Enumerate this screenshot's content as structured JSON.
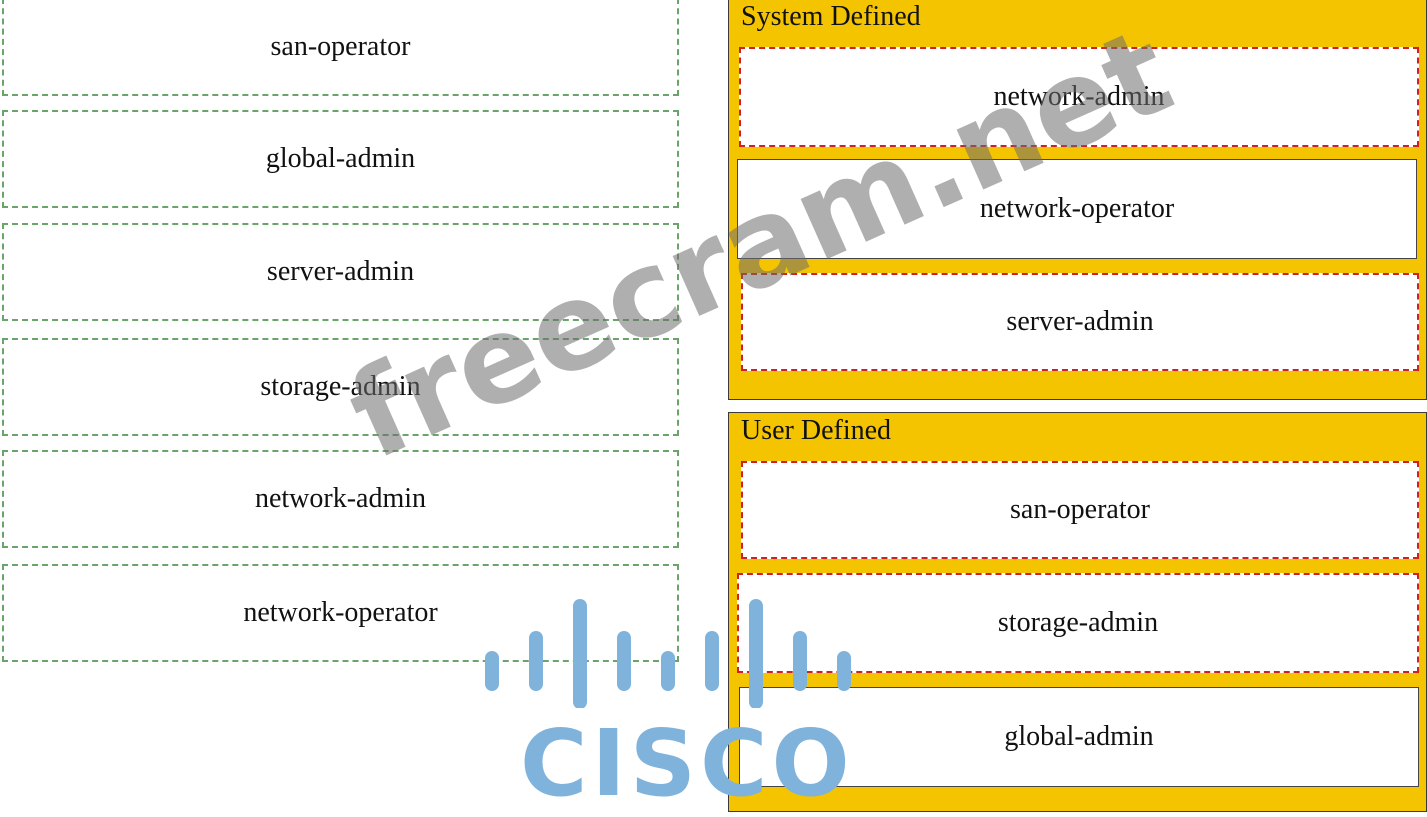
{
  "source_items": [
    {
      "label": "san-operator"
    },
    {
      "label": "global-admin"
    },
    {
      "label": "server-admin"
    },
    {
      "label": "storage-admin"
    },
    {
      "label": "network-admin"
    },
    {
      "label": "network-operator"
    }
  ],
  "system_defined": {
    "title": "System Defined",
    "items": [
      {
        "label": "network-admin"
      },
      {
        "label": "network-operator"
      },
      {
        "label": "server-admin"
      }
    ]
  },
  "user_defined": {
    "title": "User Defined",
    "items": [
      {
        "label": "san-operator"
      },
      {
        "label": "storage-admin"
      },
      {
        "label": "global-admin"
      }
    ]
  },
  "watermark": "freecram.net",
  "logo": {
    "text": "CISCO",
    "name": "cisco-logo",
    "color": "#7fb3dc"
  },
  "colors": {
    "panel": "#f5c400",
    "source_border": "#6aa46a",
    "highlight_border": "#d21f1f"
  }
}
